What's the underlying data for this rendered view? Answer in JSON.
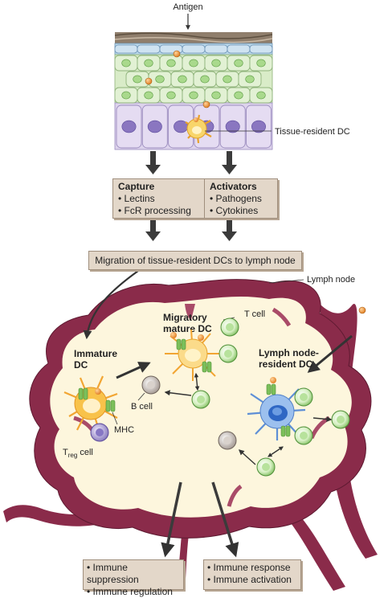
{
  "labels": {
    "antigen": "Antigen",
    "tissue_resident_dc": "Tissue-resident DC",
    "lymph_node": "Lymph node",
    "migratory_dc": [
      "Migratory",
      "mature DC"
    ],
    "t_cell": "T cell",
    "immature_dc": [
      "Immature",
      "DC"
    ],
    "lymph_node_resident_dc": [
      "Lymph node-",
      "resident DC"
    ],
    "b_cell": "B cell",
    "mhc": "MHC",
    "treg_main": "T",
    "treg_sub": "reg",
    "treg_suffix": " cell"
  },
  "boxes": {
    "capture": {
      "title": "Capture",
      "items": [
        "Lectins",
        "FcR processing"
      ]
    },
    "activators": {
      "title": "Activators",
      "items": [
        "Pathogens",
        "Cytokines"
      ]
    },
    "migration": "Migration of tissue-resident DCs to lymph node",
    "outcome_left": [
      "Immune suppression",
      "Immune regulation"
    ],
    "outcome_right": [
      "Immune response",
      "Immune activation"
    ]
  },
  "colors": {
    "epithelium_green": "#d9ecc8",
    "basal_purple": "#ddd3ec",
    "node_maroon": "#8a2b4a",
    "node_interior": "#fdf6dd",
    "box_fill": "#e3d7c9",
    "t_cell_green": "#7cbf5a",
    "antigen_orange": "#f09a35",
    "dc_orange": "#f5c04a",
    "resident_dc_blue": "#7ea6dc"
  }
}
